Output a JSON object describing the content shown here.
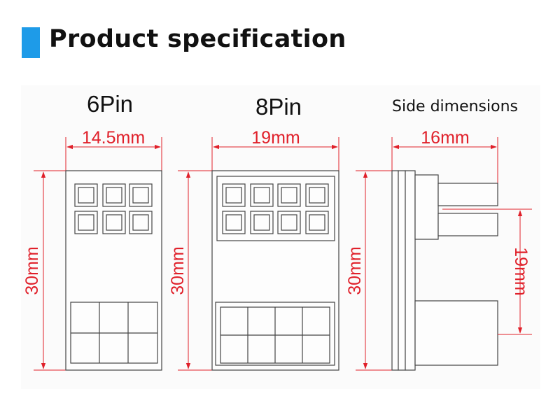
{
  "header": {
    "title": "Product specification"
  },
  "views": {
    "pin6": {
      "label": "6Pin",
      "width_dim": "14.5mm",
      "height_dim": "30mm"
    },
    "pin8": {
      "label": "8Pin",
      "width_dim": "19mm",
      "height_dim": "30mm"
    },
    "side": {
      "label": "Side dimensions",
      "width_dim": "16mm",
      "height_dim": "30mm",
      "offset_dim": "19mm"
    }
  },
  "colors": {
    "accent": "#1e9be8",
    "dimension": "#e0202a",
    "outline": "#444444"
  }
}
